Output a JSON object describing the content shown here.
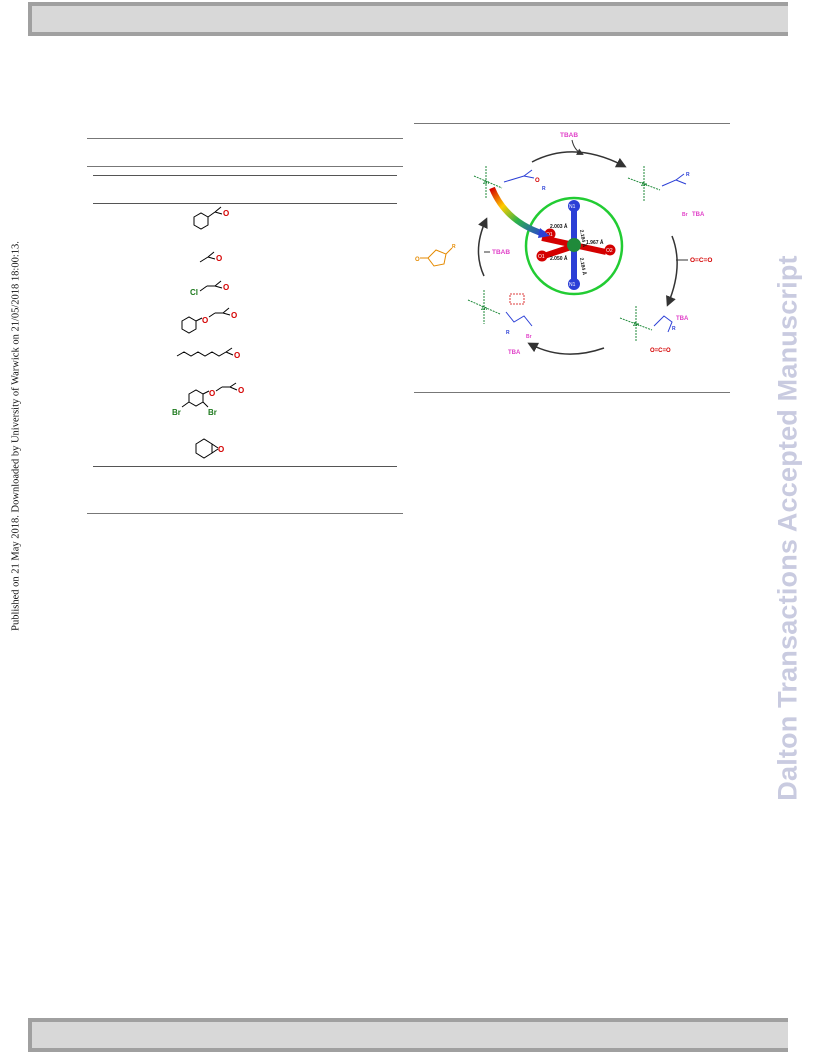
{
  "side_note": "Published on 21 May 2018. Downloaded by University of Warwick on 21/05/2018 18:00:13.",
  "watermark": "Dalton Transactions Accepted Manuscript",
  "table": {
    "substrate_labels": {
      "chloro": "Cl",
      "bromo_left": "Br",
      "bromo_right": "Br"
    }
  },
  "scheme": {
    "tbab_top": "TBAB",
    "tbab_left": "TBAB",
    "co2_right": "O=C=O",
    "co2_bottom": "O=C=O",
    "tba_right": "TBA",
    "tba_lower_right": "TBA",
    "tba_lower_left": "TBA",
    "r_labels": [
      "R",
      "R",
      "R",
      "R",
      "R"
    ],
    "bond_lengths": [
      "2.003 Å",
      "2.184 Å",
      "1.967 Å",
      "2.050 Å",
      "2.184 Å"
    ],
    "atom_labels": [
      "N1",
      "N1",
      "O1",
      "O1",
      "O2"
    ],
    "zn_label": "Zn",
    "br_labels": [
      "Br",
      "Br"
    ]
  },
  "colors": {
    "bar": "#d8d8d8",
    "bar_border": "#a0a0a0",
    "watermark": "#c9cbe0",
    "oxygen": "#d40000",
    "halogen": "#1e7a1e",
    "green_complex": "#1f8a3a",
    "magenta": "#e040c8",
    "blue": "#2b3fd6",
    "orange": "#e58a00"
  }
}
